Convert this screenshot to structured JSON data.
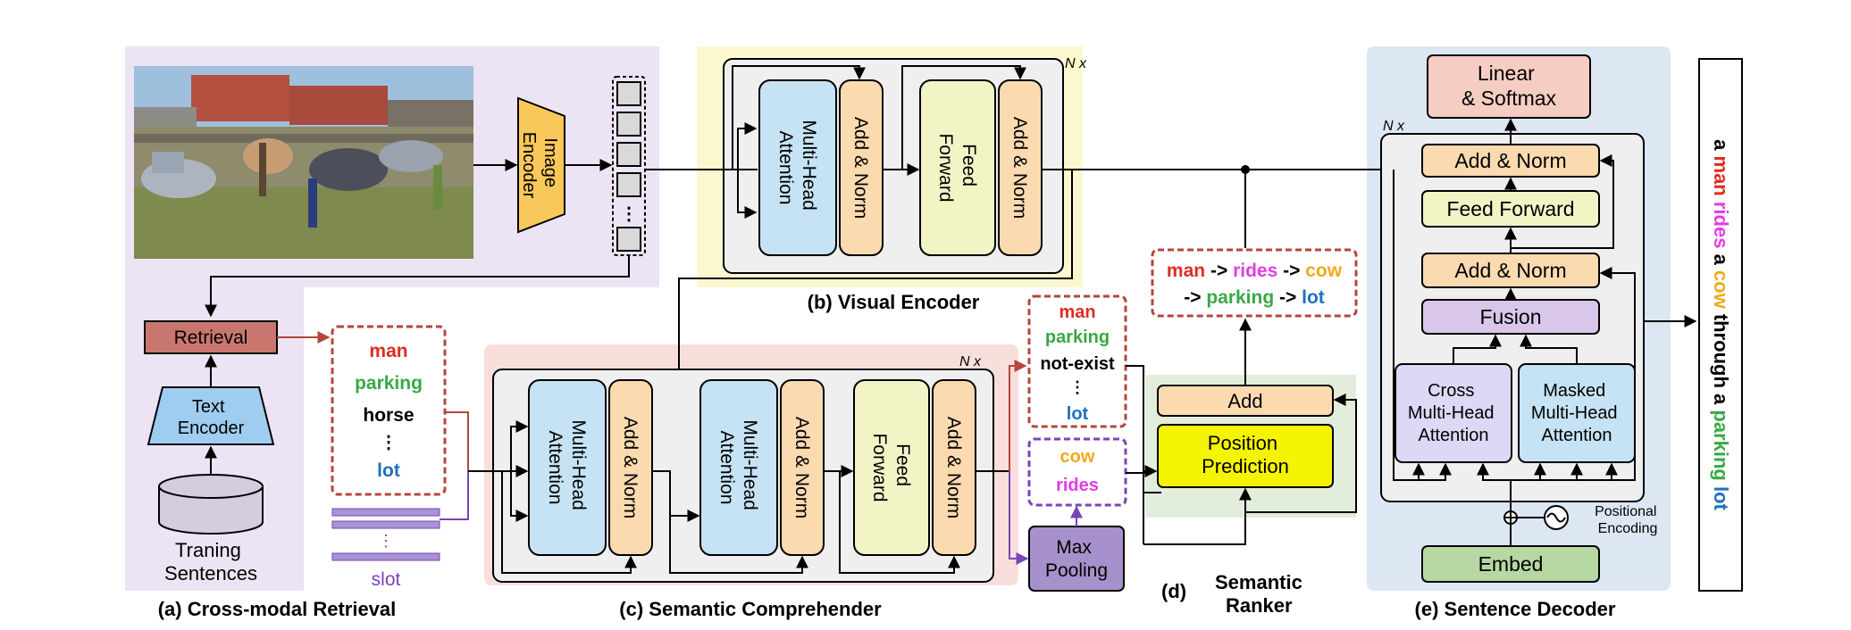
{
  "colors": {
    "panel_a": "#ece4f4",
    "panel_b": "#fbf8cf",
    "panel_c": "#f9dfdc",
    "panel_d": "#e3eddc",
    "panel_e": "#dce7f3",
    "block_gray": "#efefef",
    "attention_blue": "#c5e3f4",
    "addnorm_orange": "#fbdab0",
    "feedforward_yellow": "#f2f4c6",
    "encoder_yellow": "#f8c85a",
    "retrieval_red": "#c9776e",
    "text_encoder_blue": "#9fcdf2",
    "db_purple": "#d4cde0",
    "slot_purple": "#a992d6",
    "maxpool_purple": "#a791cc",
    "position_yellow": "#f5f400",
    "linear_pink": "#f6cdc3",
    "fusion_purple": "#d8c7ea",
    "cross_attn_lavender": "#dcd8f5",
    "embed_green": "#b7d8a3",
    "word_red": "#e02b20",
    "word_green": "#39a845",
    "word_blue": "#1f6fbf",
    "word_magenta": "#e33ce3",
    "word_orange": "#f4a81c",
    "arrow_brown": "#b3473b",
    "arrow_purple": "#7a44b8"
  },
  "panel_a": {
    "caption": "(a) Cross-modal Retrieval",
    "image_encoder": [
      "Image",
      "Encoder"
    ],
    "retrieval": "Retrieval",
    "text_encoder": [
      "Text",
      "Encoder"
    ],
    "training_sentences": [
      "Traning",
      "Sentences"
    ],
    "retrieved_words": {
      "man": "man",
      "parking": "parking",
      "horse": "horse",
      "dots": "⋮",
      "lot": "lot"
    },
    "slot_dots": "⋮",
    "slot": "slot"
  },
  "panel_b": {
    "caption": "(b) Visual Encoder",
    "repeat": "N x",
    "mha": [
      "Multi-Head",
      "Attention"
    ],
    "addnorm_1": "Add & Norm",
    "ff": [
      "Feed",
      "Forward"
    ],
    "addnorm_2": "Add & Norm"
  },
  "panel_c": {
    "caption": "(c) Semantic Comprehender",
    "repeat": "N x",
    "mha_1": [
      "Multi-Head",
      "Attention"
    ],
    "addnorm_1": "Add & Norm",
    "mha_2": [
      "Multi-Head",
      "Attention"
    ],
    "addnorm_2": "Add & Norm",
    "ff": [
      "Feed",
      "Forward"
    ],
    "addnorm_3": "Add & Norm",
    "filtered_words": {
      "man": "man",
      "parking": "parking",
      "not_exist": "not-exist",
      "dots": "⋮",
      "lot": "lot"
    },
    "predicted_words": {
      "cow": "cow",
      "rides": "rides"
    },
    "max_pooling": [
      "Max",
      "Pooling"
    ]
  },
  "panel_d": {
    "caption": [
      "(d)",
      "Semantic",
      "Ranker"
    ],
    "add": "Add",
    "position_prediction": [
      "Position",
      "Prediction"
    ],
    "ranked_line1": [
      "man",
      "->",
      "rides",
      "->",
      "cow"
    ],
    "ranked_line2": [
      "->",
      "parking",
      "->",
      "lot"
    ]
  },
  "panel_e": {
    "caption": "(e) Sentence Decoder",
    "repeat": "N x",
    "linear_softmax": [
      "Linear",
      "& Softmax"
    ],
    "addnorm_top": "Add & Norm",
    "feed_forward": "Feed Forward",
    "addnorm_mid": "Add & Norm",
    "fusion": "Fusion",
    "cross_mha": [
      "Cross",
      "Multi-Head",
      "Attention"
    ],
    "masked_mha": [
      "Masked",
      "Multi-Head",
      "Attention"
    ],
    "embed": "Embed",
    "positional_encoding": [
      "Positional",
      "Encoding"
    ]
  },
  "output_sentence": [
    {
      "word": "a",
      "color": "#000000"
    },
    {
      "word": "man",
      "color": "#e02b20"
    },
    {
      "word": "rides",
      "color": "#e33ce3"
    },
    {
      "word": "a",
      "color": "#000000"
    },
    {
      "word": "cow",
      "color": "#f4a81c"
    },
    {
      "word": "through",
      "color": "#000000"
    },
    {
      "word": "a",
      "color": "#000000"
    },
    {
      "word": "parking",
      "color": "#39a845"
    },
    {
      "word": "lot",
      "color": "#1f6fbf"
    }
  ]
}
